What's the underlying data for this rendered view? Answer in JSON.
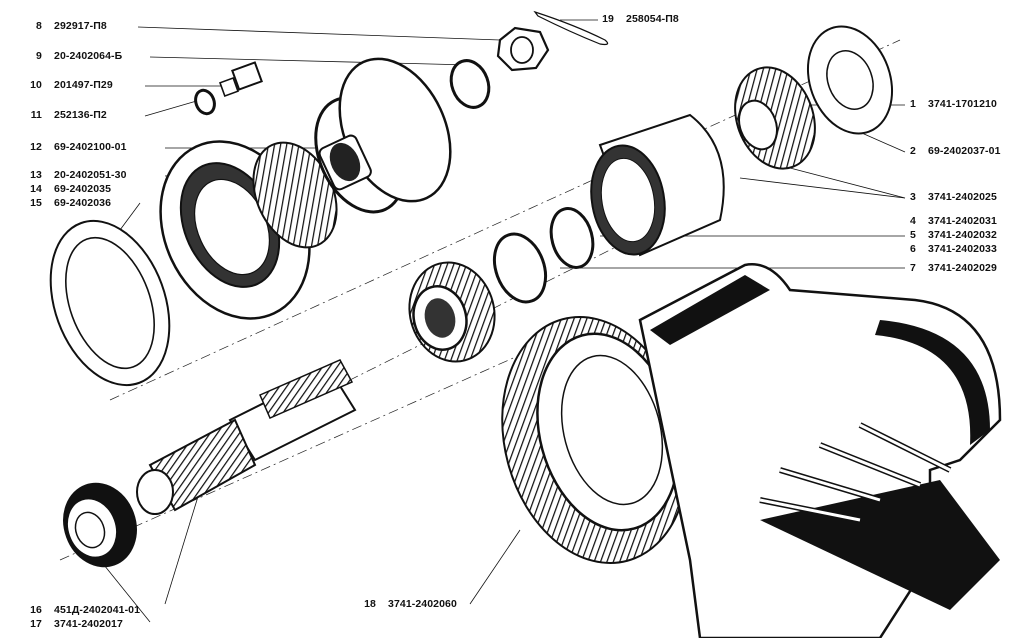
{
  "callouts_left": [
    {
      "num": "8",
      "code": "292917-П8"
    },
    {
      "num": "9",
      "code": "20-2402064-Б"
    },
    {
      "num": "10",
      "code": "201497-П29"
    },
    {
      "num": "11",
      "code": "252136-П2"
    },
    {
      "num": "12",
      "code": "69-2402100-01"
    },
    {
      "num": "13",
      "code": "20-2402051-30"
    },
    {
      "num": "14",
      "code": "69-2402035"
    },
    {
      "num": "15",
      "code": "69-2402036"
    }
  ],
  "callouts_right": [
    {
      "num": "1",
      "code": "3741-1701210"
    },
    {
      "num": "2",
      "code": "69-2402037-01"
    },
    {
      "num": "3",
      "code": "3741-2402025"
    },
    {
      "num": "4",
      "code": "3741-2402031"
    },
    {
      "num": "5",
      "code": "3741-2402032"
    },
    {
      "num": "6",
      "code": "3741-2402033"
    },
    {
      "num": "7",
      "code": "3741-2402029"
    }
  ],
  "callouts_bottom": [
    {
      "num": "16",
      "code": "451Д-2402041-01"
    },
    {
      "num": "17",
      "code": "3741-2402017"
    },
    {
      "num": "18",
      "code": "3741-2402060"
    }
  ],
  "callout_top": {
    "num": "19",
    "code": "258054-П8"
  },
  "colors": {
    "ink": "#111111",
    "paper": "#ffffff",
    "shade": "#555555"
  }
}
